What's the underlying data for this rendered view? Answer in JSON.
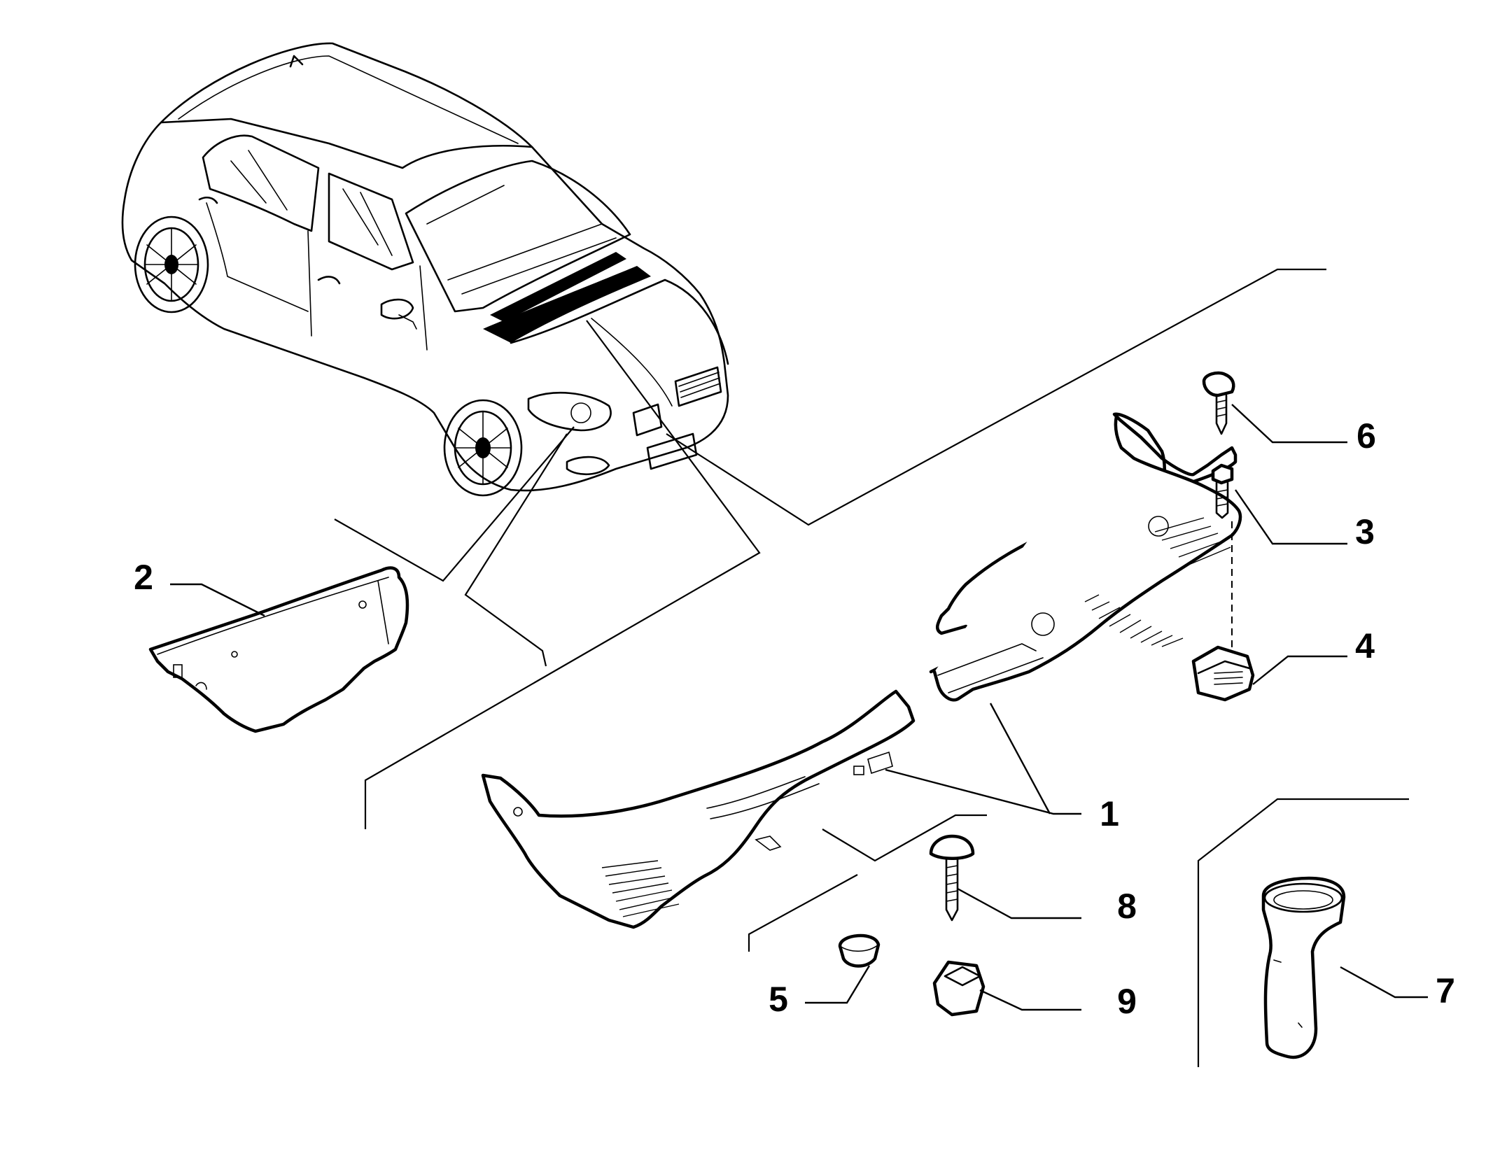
{
  "callouts": [
    {
      "label": "1"
    },
    {
      "label": "2"
    },
    {
      "label": "3"
    },
    {
      "label": "4"
    },
    {
      "label": "5"
    },
    {
      "label": "6"
    },
    {
      "label": "7"
    },
    {
      "label": "8"
    },
    {
      "label": "9"
    }
  ],
  "colors": {
    "ink": "#000000",
    "background": "#ffffff"
  }
}
